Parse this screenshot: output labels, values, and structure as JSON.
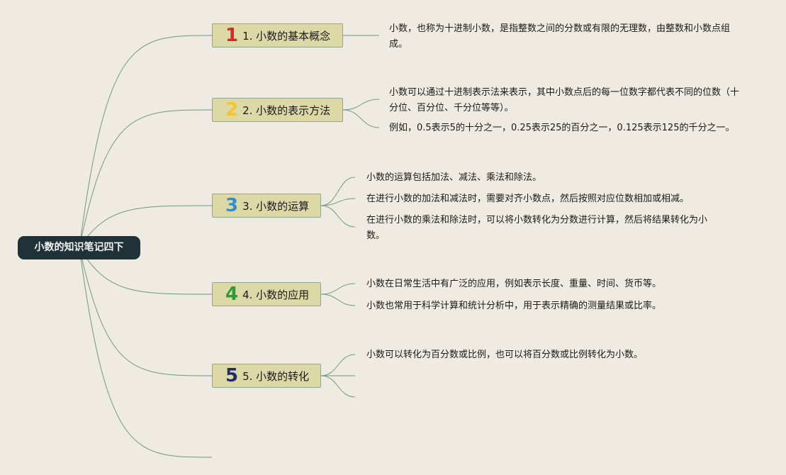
{
  "root": {
    "label": "小数的知识笔记四下"
  },
  "topics": [
    {
      "number": "1",
      "number_color": "#d8262c",
      "label": "1. 小数的基本概念",
      "items": [
        "小数，也称为十进制小数，是指整数之间的分数或有限的无理数，由整数和小数点组成。"
      ]
    },
    {
      "number": "2",
      "number_color": "#f2c531",
      "label": "2. 小数的表示方法",
      "items": [
        "小数可以通过十进制表示法来表示，其中小数点后的每一位数字都代表不同的位数（十分位、百分位、千分位等等）。",
        "例如，0.5表示5的十分之一，0.25表示25的百分之一，0.125表示125的千分之一。"
      ]
    },
    {
      "number": "3",
      "number_color": "#2e8fd4",
      "label": "3. 小数的运算",
      "items": [
        "小数的运算包括加法、减法、乘法和除法。",
        "在进行小数的加法和减法时，需要对齐小数点，然后按照对应位数相加或相减。",
        "在进行小数的乘法和除法时，可以将小数转化为分数进行计算，然后将结果转化为小数。"
      ]
    },
    {
      "number": "4",
      "number_color": "#2f9a3a",
      "label": "4. 小数的应用",
      "items": [
        "小数在日常生活中有广泛的应用，例如表示长度、重量、时间、货币等。",
        "小数也常用于科学计算和统计分析中，用于表示精确的测量结果或比率。"
      ]
    },
    {
      "number": "5",
      "number_color": "#1f2d6e",
      "label": "5. 小数的转化",
      "items": [
        "小数可以转化为百分数或比例，也可以将百分数或比例转化为小数。"
      ]
    }
  ],
  "colors": {
    "line": "#6f9a83",
    "background": "#efebe2"
  }
}
